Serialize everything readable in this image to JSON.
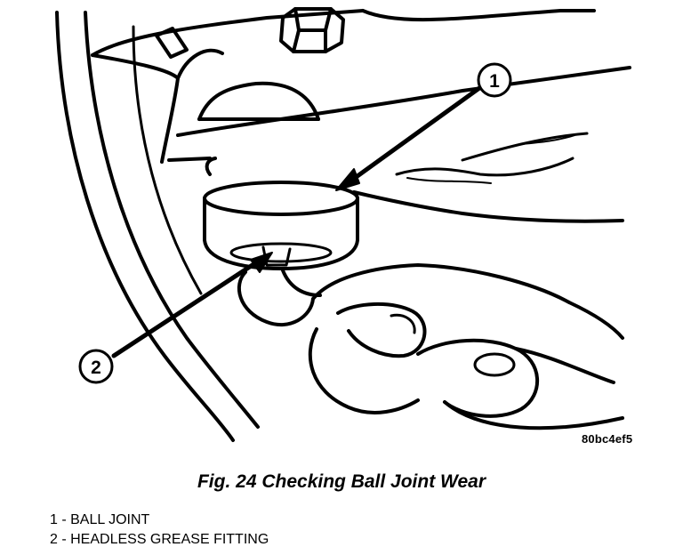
{
  "figure": {
    "id_code": "80bc4ef5",
    "caption": "Fig. 24 Checking Ball Joint Wear"
  },
  "callouts": [
    {
      "number": "1",
      "label": "BALL JOINT"
    },
    {
      "number": "2",
      "label": "HEADLESS GREASE FITTING"
    }
  ],
  "legend": [
    {
      "text": "1 - BALL JOINT"
    },
    {
      "text": "2 - HEADLESS GREASE FITTING"
    }
  ]
}
